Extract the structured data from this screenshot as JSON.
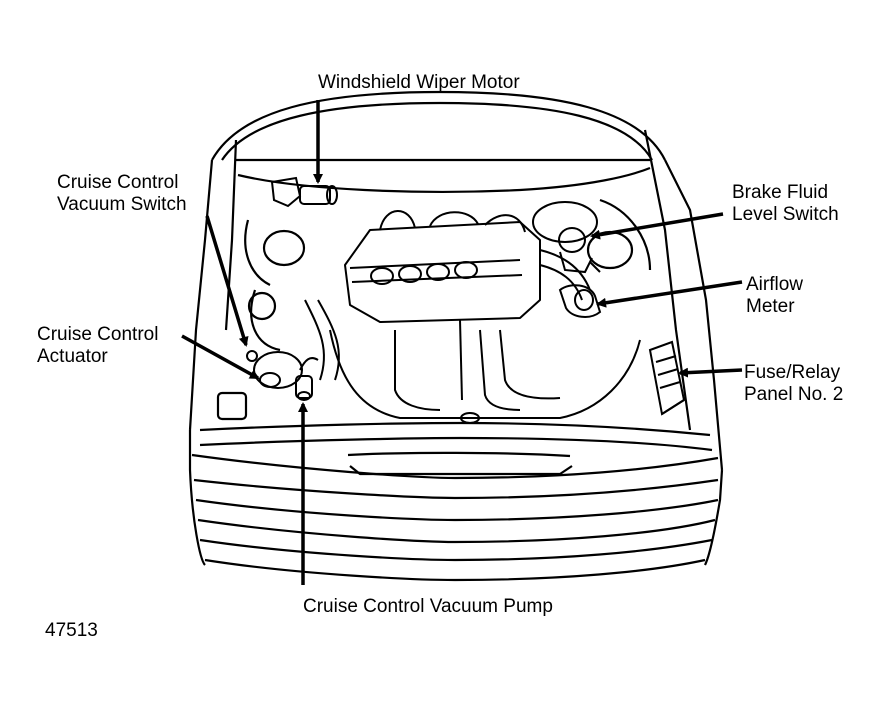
{
  "figure_id": "47513",
  "colors": {
    "ink": "#000000",
    "paper": "#ffffff"
  },
  "callouts": {
    "windshield_wiper_motor": "Windshield Wiper Motor",
    "cruise_vacuum_switch": [
      "Cruise Control",
      "Vacuum Switch"
    ],
    "cruise_actuator": [
      "Cruise Control",
      "Actuator"
    ],
    "brake_fluid_switch": [
      "Brake Fluid",
      "Level Switch"
    ],
    "airflow_meter": [
      "Airflow",
      "Meter"
    ],
    "fuse_relay_panel": [
      "Fuse/Relay",
      "Panel No. 2"
    ],
    "cruise_vacuum_pump": "Cruise Control Vacuum Pump"
  }
}
